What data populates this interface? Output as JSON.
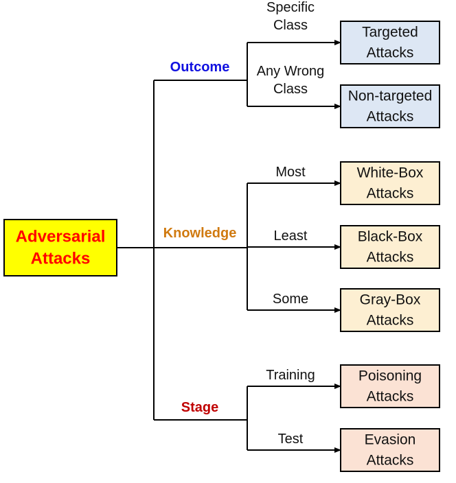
{
  "root": {
    "lines": [
      "Adversarial",
      "Attacks"
    ],
    "fill": "#FFFF00",
    "text_color": "#FF0000"
  },
  "categories": [
    {
      "name": "Outcome",
      "color": "#1010E0",
      "branches": [
        {
          "edge_lines": [
            "Specific",
            "Class"
          ],
          "leaf_lines": [
            "Targeted",
            "Attacks"
          ],
          "fill": "#DDE7F4"
        },
        {
          "edge_lines": [
            "Any Wrong",
            "Class"
          ],
          "leaf_lines": [
            "Non-targeted",
            "Attacks"
          ],
          "fill": "#DDE7F4"
        }
      ]
    },
    {
      "name": "Knowledge",
      "color": "#D07A10",
      "branches": [
        {
          "edge_lines": [
            "Most"
          ],
          "leaf_lines": [
            "White-Box",
            "Attacks"
          ],
          "fill": "#FDEFD2"
        },
        {
          "edge_lines": [
            "Least"
          ],
          "leaf_lines": [
            "Black-Box",
            "Attacks"
          ],
          "fill": "#FDEFD2"
        },
        {
          "edge_lines": [
            "Some"
          ],
          "leaf_lines": [
            "Gray-Box",
            "Attacks"
          ],
          "fill": "#FDEFD2"
        }
      ]
    },
    {
      "name": "Stage",
      "color": "#C00000",
      "branches": [
        {
          "edge_lines": [
            "Training"
          ],
          "leaf_lines": [
            "Poisoning",
            "Attacks"
          ],
          "fill": "#FBE2D4"
        },
        {
          "edge_lines": [
            "Test"
          ],
          "leaf_lines": [
            "Evasion",
            "Attacks"
          ],
          "fill": "#FBE2D4"
        }
      ]
    }
  ]
}
